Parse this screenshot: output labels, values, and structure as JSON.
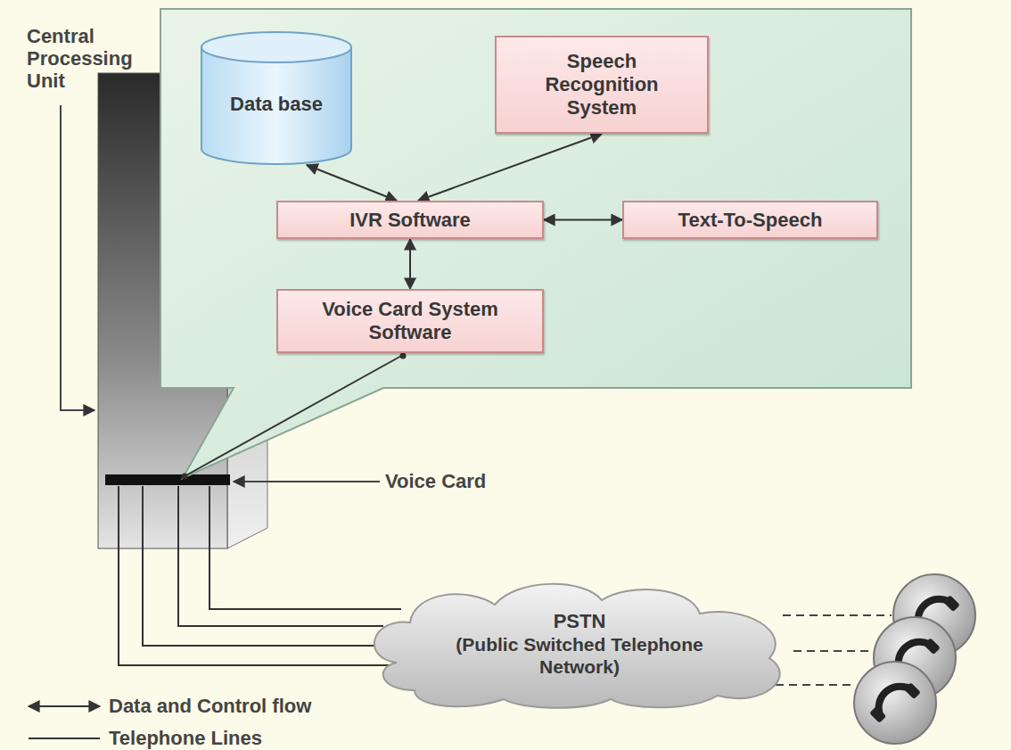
{
  "diagram": {
    "nodes": [
      {
        "text": [
          "Data base"
        ]
      },
      {
        "text": [
          "Speech Recognition System"
        ]
      },
      {
        "text": [
          "IVR Software"
        ]
      },
      {
        "text": [
          "Text-To-Speech"
        ]
      },
      {
        "text": [
          "Voice Card System Software"
        ]
      },
      {
        "text": [
          "PSTN",
          "(Public Switched Telephone Network)"
        ]
      }
    ],
    "edges": [
      {
        "from": 0,
        "to": 2,
        "arrow": "both"
      },
      {
        "from": 1,
        "to": 2,
        "arrow": "both"
      },
      {
        "from": 2,
        "to": 3,
        "arrow": "both"
      },
      {
        "from": 2,
        "to": 4,
        "arrow": "both"
      }
    ],
    "labels": [
      "Central Processing Unit",
      "Voice Card"
    ],
    "legend": [
      {
        "text": "Data and Control flow"
      },
      {
        "text": "Telephone Lines"
      }
    ]
  }
}
